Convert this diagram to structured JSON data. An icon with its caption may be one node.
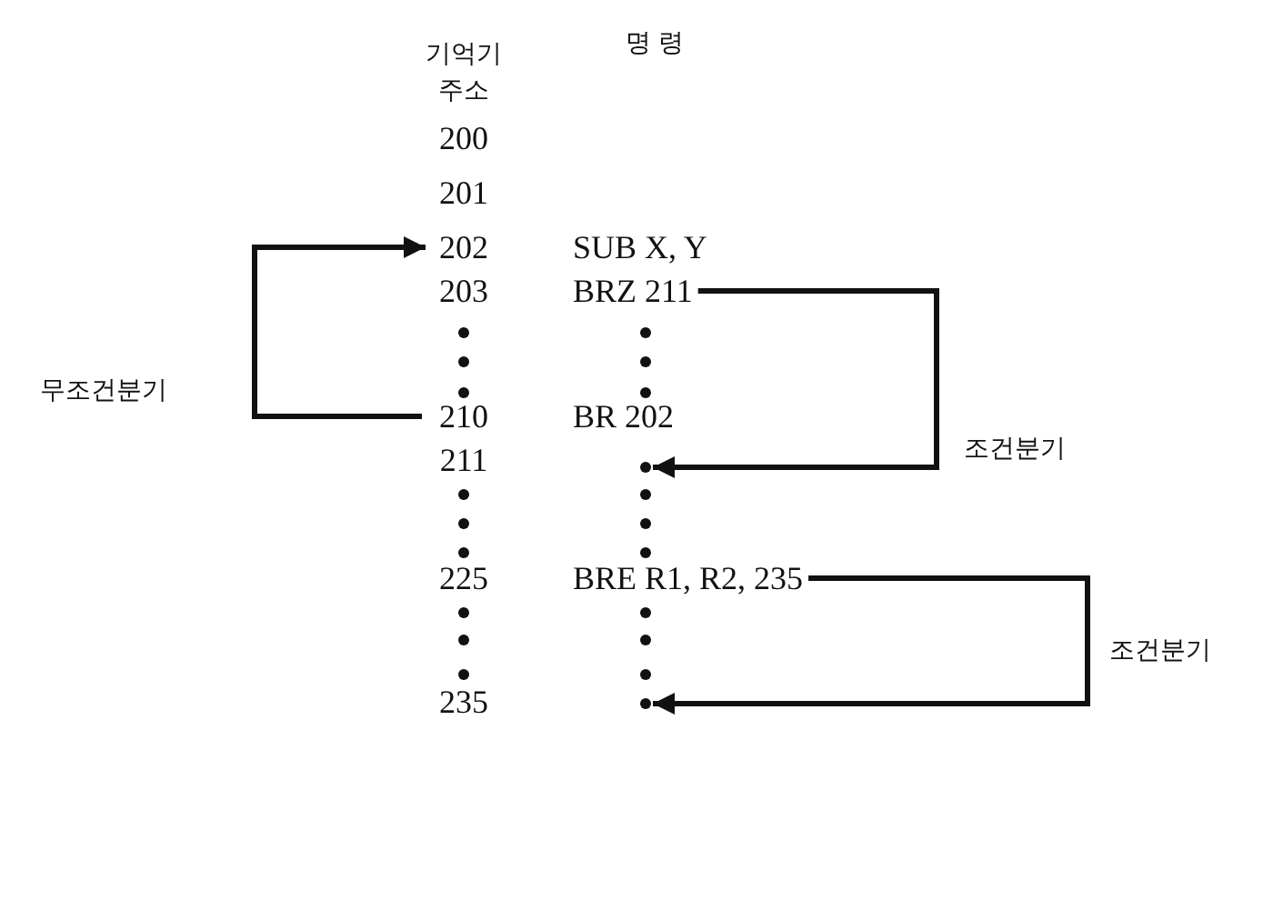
{
  "diagram": {
    "nodes": [
      {
        "text": [
          "202"
        ]
      },
      {
        "text": [
          "BRZ 211"
        ]
      },
      {
        "text": [
          "210"
        ]
      },
      {
        "text": [],
        "shape": "circle"
      },
      {
        "text": [
          "BRE R1, R2, 235"
        ]
      },
      {
        "text": [],
        "shape": "circle"
      }
    ],
    "edges": [
      {
        "from": 2,
        "to": 0,
        "arrow": "to",
        "label": "무조건분기"
      },
      {
        "from": 1,
        "to": 3,
        "arrow": "to",
        "label": "조건분기"
      },
      {
        "from": 4,
        "to": 5,
        "arrow": "to",
        "label": "조건분기"
      }
    ],
    "labels": [
      "기억기 주소",
      "명 령",
      "200",
      "201",
      "SUB X, Y",
      "203",
      "BR 202",
      "211",
      "225",
      "235"
    ]
  }
}
